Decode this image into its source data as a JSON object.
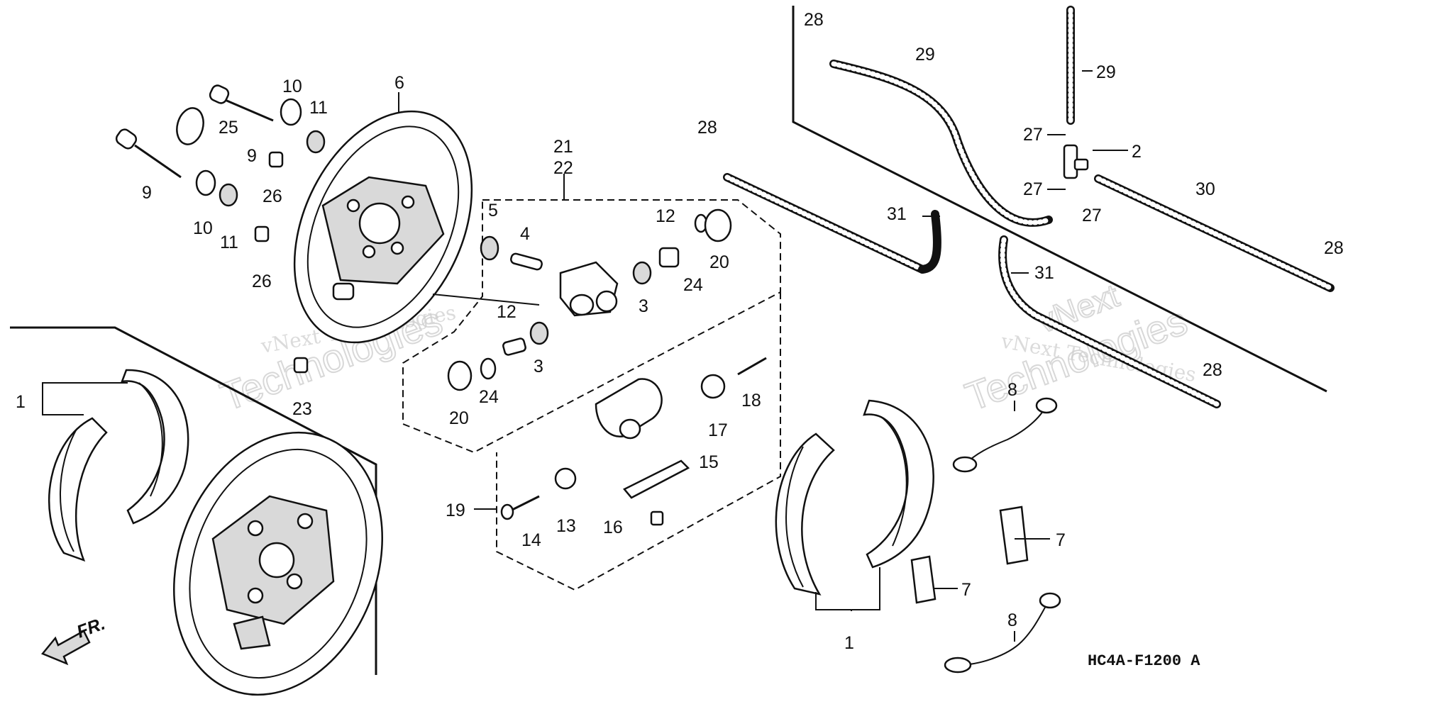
{
  "diagram": {
    "code": "HC4A-F1200 A",
    "direction_label": "FR.",
    "watermark_lines": [
      "vNext Technologies",
      "vNext",
      "Technologies"
    ],
    "callouts": [
      {
        "id": "c1a",
        "text": "1"
      },
      {
        "id": "c1b",
        "text": "1"
      },
      {
        "id": "c2",
        "text": "2"
      },
      {
        "id": "c3a",
        "text": "3"
      },
      {
        "id": "c3b",
        "text": "3"
      },
      {
        "id": "c4",
        "text": "4"
      },
      {
        "id": "c5",
        "text": "5"
      },
      {
        "id": "c6",
        "text": "6"
      },
      {
        "id": "c7a",
        "text": "7"
      },
      {
        "id": "c7b",
        "text": "7"
      },
      {
        "id": "c8a",
        "text": "8"
      },
      {
        "id": "c8b",
        "text": "8"
      },
      {
        "id": "c9a",
        "text": "9"
      },
      {
        "id": "c9b",
        "text": "9"
      },
      {
        "id": "c10a",
        "text": "10"
      },
      {
        "id": "c10b",
        "text": "10"
      },
      {
        "id": "c11a",
        "text": "11"
      },
      {
        "id": "c11b",
        "text": "11"
      },
      {
        "id": "c12a",
        "text": "12"
      },
      {
        "id": "c12b",
        "text": "12"
      },
      {
        "id": "c13",
        "text": "13"
      },
      {
        "id": "c14",
        "text": "14"
      },
      {
        "id": "c15",
        "text": "15"
      },
      {
        "id": "c16",
        "text": "16"
      },
      {
        "id": "c17",
        "text": "17"
      },
      {
        "id": "c18",
        "text": "18"
      },
      {
        "id": "c19",
        "text": "19"
      },
      {
        "id": "c20a",
        "text": "20"
      },
      {
        "id": "c20b",
        "text": "20"
      },
      {
        "id": "c21",
        "text": "21"
      },
      {
        "id": "c22",
        "text": "22"
      },
      {
        "id": "c23",
        "text": "23"
      },
      {
        "id": "c24a",
        "text": "24"
      },
      {
        "id": "c24b",
        "text": "24"
      },
      {
        "id": "c25",
        "text": "25"
      },
      {
        "id": "c26a",
        "text": "26"
      },
      {
        "id": "c26b",
        "text": "26"
      },
      {
        "id": "c27a",
        "text": "27"
      },
      {
        "id": "c27b",
        "text": "27"
      },
      {
        "id": "c27c",
        "text": "27"
      },
      {
        "id": "c28a",
        "text": "28"
      },
      {
        "id": "c28b",
        "text": "28"
      },
      {
        "id": "c28c",
        "text": "28"
      },
      {
        "id": "c28d",
        "text": "28"
      },
      {
        "id": "c29a",
        "text": "29"
      },
      {
        "id": "c29b",
        "text": "29"
      },
      {
        "id": "c30",
        "text": "30"
      },
      {
        "id": "c31a",
        "text": "31"
      },
      {
        "id": "c31b",
        "text": "31"
      }
    ]
  }
}
